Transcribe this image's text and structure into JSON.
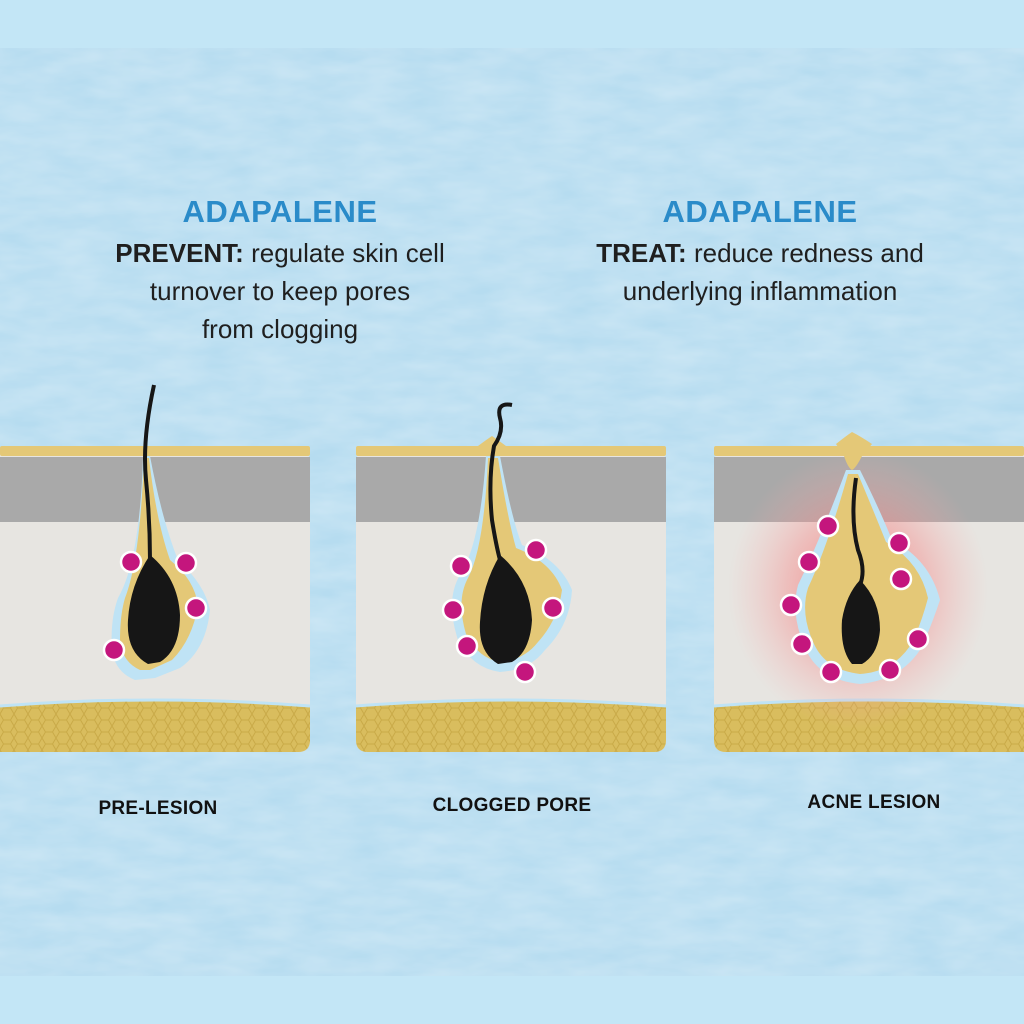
{
  "headings": {
    "left": {
      "brand": "ADAPALENE",
      "lead": "PREVENT:",
      "line1": "regulate skin cell",
      "line2": "turnover to keep pores",
      "line3": "from clogging"
    },
    "right": {
      "brand": "ADAPALENE",
      "lead": "TREAT:",
      "line1": "reduce redness and",
      "line2": "underlying inflammation"
    }
  },
  "stages": [
    {
      "label": "PRE-LESION"
    },
    {
      "label": "CLOGGED PORE"
    },
    {
      "label": "ACNE LESION"
    }
  ],
  "colors": {
    "background": "#c3e6f6",
    "brand_blue": "#2a8bc9",
    "epidermis_gray": "#a9a9a9",
    "dermis_light": "#e7e5e1",
    "sebum_yellow": "#e4c877",
    "fat_layer": "#d9bd5e",
    "hair_black": "#161616",
    "sebaceous_dots": "#c4167d",
    "inflammation": "#f07a7a"
  }
}
